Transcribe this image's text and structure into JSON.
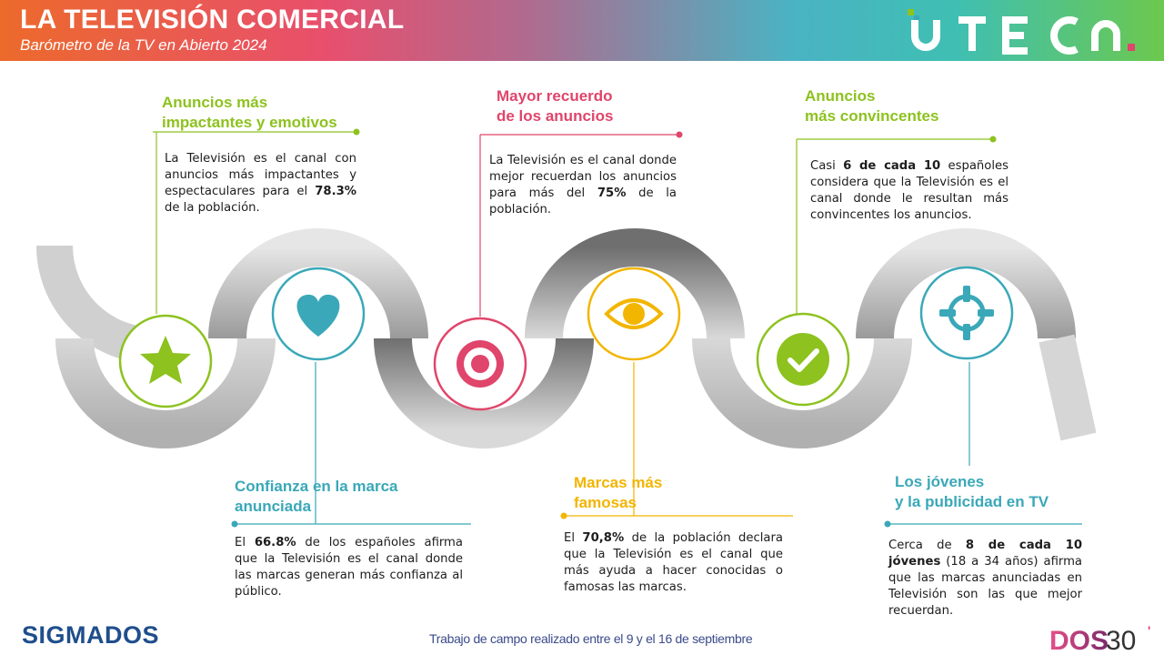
{
  "header": {
    "title": "LA TELEVISIÓN COMERCIAL",
    "subtitle": "Barómetro de la TV en Abierto 2024",
    "brand_logo": "UTECA"
  },
  "features": [
    {
      "icon": "star-icon",
      "color": "#8dc21f",
      "title_lines": [
        "Anuncios más",
        "impactantes y emotivos"
      ],
      "text_parts": [
        "La Televisión es el canal con anuncios más impactantes y espectaculares para el ",
        "78.3%",
        " de la población."
      ]
    },
    {
      "icon": "heart-icon",
      "color": "#3aa8b8",
      "title_lines": [
        "Confianza en la marca",
        "anunciada"
      ],
      "text_parts": [
        "El ",
        "66.8%",
        " de los españoles afirma que la Televisión es el canal donde las marcas generan más confianza al público."
      ]
    },
    {
      "icon": "target-icon",
      "color": "#e0456b",
      "title_lines": [
        "Mayor recuerdo",
        "de los anuncios"
      ],
      "text_parts": [
        "La Televisión es el canal donde mejor recuerdan los anuncios para más del ",
        "75%",
        " de la población."
      ]
    },
    {
      "icon": "eye-icon",
      "color": "#f2b500",
      "title_lines": [
        "Marcas más",
        "famosas"
      ],
      "text_parts": [
        "El ",
        "70,8%",
        " de la población declara que la Televisión es el canal que más ayuda a hacer conocidas o famosas las marcas."
      ]
    },
    {
      "icon": "checkmark-icon",
      "color": "#8dc21f",
      "title_lines": [
        "Anuncios",
        "más convincentes"
      ],
      "text_parts": [
        "Casi ",
        "6 de cada 10",
        " españoles considera que la Televisión es el canal donde le resultan más convincentes los anuncios."
      ]
    },
    {
      "icon": "crosshair-icon",
      "color": "#3aa8b8",
      "title_lines": [
        "Los jóvenes",
        "y la publicidad en TV"
      ],
      "text_parts": [
        "Cerca de ",
        "8 de cada 10 jóvenes",
        " (18 a 34 años) afirma que las marcas anunciadas en Televisión son las que mejor recuerdan."
      ]
    }
  ],
  "footer": {
    "note": "Trabajo de campo realizado entre el 9 y el 16 de septiembre",
    "left_logo": "SIGMADOS",
    "right_logo": "DOS30'"
  }
}
